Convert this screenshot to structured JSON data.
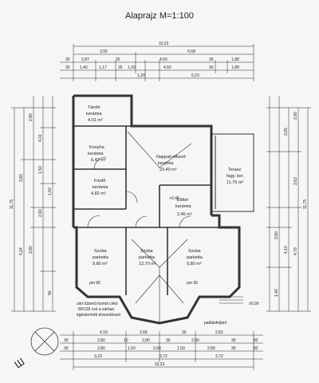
{
  "title": "Alaprajz  M=1:100",
  "top_dims": {
    "overall": "10,23",
    "row1": [
      "3,55",
      "6,68"
    ],
    "row2": [
      "30",
      "2,87",
      "25",
      "4,50",
      "30",
      "1,88"
    ],
    "row3": [
      "30",
      "1,40",
      "1,17",
      "25",
      "1,20",
      "4,50",
      "30",
      "1,88"
    ],
    "row4": [
      "1,20",
      "5,23"
    ]
  },
  "bottom_dims": {
    "row1": [
      "4,19",
      "2,68",
      "30",
      "2,82"
    ],
    "row2": [
      "30",
      "2,80",
      "10",
      "2,80",
      "30",
      "2,80",
      "30",
      "82"
    ],
    "row3": [
      "30",
      "2,80",
      "1,50",
      "2,68",
      "1,50",
      "2,80",
      "30",
      "82"
    ],
    "row4": [
      "3,23",
      "3,72",
      "3,72"
    ],
    "overall": "10,23"
  },
  "left_dims": [
    "2,80",
    "4,01",
    "1,50",
    "1,50",
    "3,80",
    "2,90",
    "11,75",
    "3,80",
    "4,24",
    "90"
  ],
  "right_dims": [
    "3,65",
    "2,80",
    "3,63",
    "11,75",
    "3,80",
    "4,10",
    "4,79",
    "1,40"
  ],
  "rooms": [
    {
      "name": "Tároló",
      "floor": "kerámia",
      "area": "4,01 m²"
    },
    {
      "name": "Konyha",
      "floor": "kerámia",
      "area": "6,42 m²"
    },
    {
      "name": "Fürdő",
      "floor": "kerámia",
      "area": "4,82 m²"
    },
    {
      "name": "Nappali-étkező",
      "floor": "kerámia",
      "area": "23,40 m²"
    },
    {
      "name": "Terasz",
      "floor": "fagy. ker.",
      "area": "11,75 m²"
    },
    {
      "name": "Előtér",
      "floor": "kerámia",
      "area": "2,46 m²"
    },
    {
      "name": "Szoba",
      "floor": "parketta",
      "area": "9,80 m²"
    },
    {
      "name": "Szoba",
      "floor": "parketta",
      "area": "12,70 m²"
    },
    {
      "name": "Szoba",
      "floor": "parketta",
      "area": "9,80 m²"
    }
  ],
  "notes": {
    "boiler": [
      "zárt tűzterű kombi cirkó",
      "80/125 csö a zárban",
      "égéstermék elvezetéssel"
    ],
    "level_plus": "+0,45",
    "level_zero": "±0,00",
    "attic": "padlásfeljáró",
    "pm90": "pm 90",
    "l": "Ш"
  },
  "colors": {
    "line": "#222222",
    "wall": "#333333",
    "paper": "#f6f6f6"
  }
}
